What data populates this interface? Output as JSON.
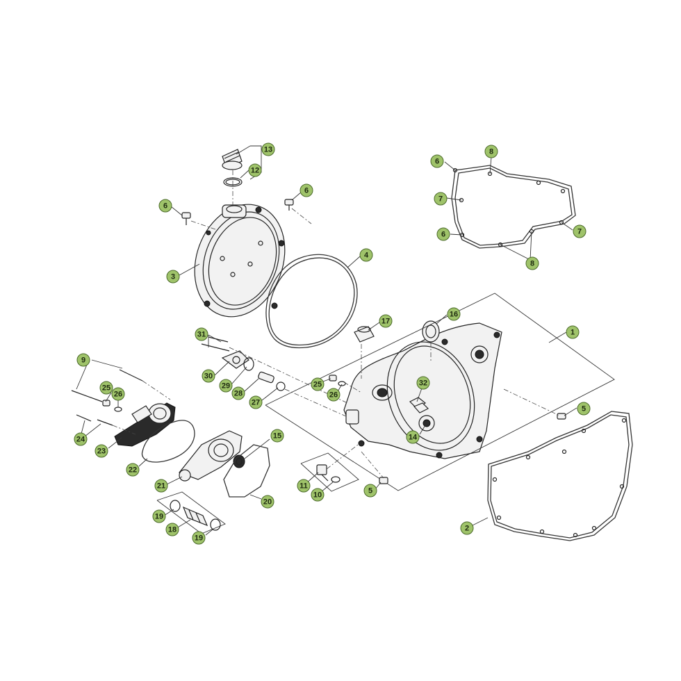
{
  "callouts": [
    {
      "id": "c13a",
      "label": "13"
    },
    {
      "id": "c12a",
      "label": "12"
    },
    {
      "id": "c6a",
      "label": "6"
    },
    {
      "id": "c6b",
      "label": "6"
    },
    {
      "id": "c3",
      "label": "3"
    },
    {
      "id": "c4",
      "label": "4"
    },
    {
      "id": "c6c",
      "label": "6"
    },
    {
      "id": "c8a",
      "label": "8"
    },
    {
      "id": "c7a",
      "label": "7"
    },
    {
      "id": "c6d",
      "label": "6"
    },
    {
      "id": "c7b",
      "label": "7"
    },
    {
      "id": "c8b",
      "label": "8"
    },
    {
      "id": "c1",
      "label": "1"
    },
    {
      "id": "c16",
      "label": "16"
    },
    {
      "id": "c17",
      "label": "17"
    },
    {
      "id": "c31",
      "label": "31"
    },
    {
      "id": "c30",
      "label": "30"
    },
    {
      "id": "c29",
      "label": "29"
    },
    {
      "id": "c28",
      "label": "28"
    },
    {
      "id": "c27",
      "label": "27"
    },
    {
      "id": "c25a",
      "label": "25"
    },
    {
      "id": "c26a",
      "label": "26"
    },
    {
      "id": "c32",
      "label": "32"
    },
    {
      "id": "c14",
      "label": "14"
    },
    {
      "id": "c5a",
      "label": "5"
    },
    {
      "id": "c9",
      "label": "9"
    },
    {
      "id": "c25b",
      "label": "25"
    },
    {
      "id": "c26b",
      "label": "26"
    },
    {
      "id": "c24",
      "label": "24"
    },
    {
      "id": "c23",
      "label": "23"
    },
    {
      "id": "c22",
      "label": "22"
    },
    {
      "id": "c21",
      "label": "21"
    },
    {
      "id": "c15",
      "label": "15"
    },
    {
      "id": "c20",
      "label": "20"
    },
    {
      "id": "c19a",
      "label": "19"
    },
    {
      "id": "c18",
      "label": "18"
    },
    {
      "id": "c19b",
      "label": "19"
    },
    {
      "id": "c11",
      "label": "11"
    },
    {
      "id": "c10",
      "label": "10"
    },
    {
      "id": "c5b",
      "label": "5"
    },
    {
      "id": "c2",
      "label": "2"
    }
  ],
  "colors": {
    "callout_fill": "#9fc36a",
    "callout_stroke": "#4b6a2a",
    "line": "#222222"
  }
}
